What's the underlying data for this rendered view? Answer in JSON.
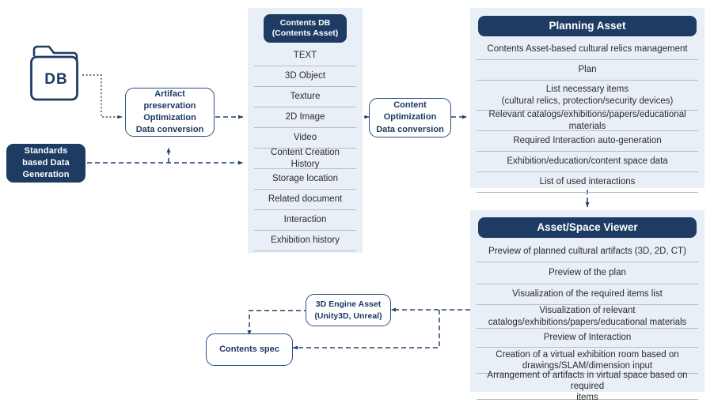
{
  "diagram": {
    "title": "Contents Asset pipeline flow diagram",
    "colors": {
      "dark_navy": "#1d3b63",
      "panel_blue": "#e9eff7",
      "outline_blue": "#2b4f82",
      "rule_gray": "#b9bcc0",
      "row_text": "#2b2b2b"
    }
  },
  "source": {
    "db_icon_label": "DB",
    "db_icon_name": "folder-db-icon",
    "standards_box": "Standards\nbased Data\nGeneration",
    "standards_lines": [
      "Standards",
      "based Data",
      "Generation"
    ]
  },
  "process": {
    "artifact_box_lines": [
      "Artifact",
      "preservation",
      "Optimization",
      "Data conversion"
    ],
    "content_box_lines": [
      "Content",
      "Optimization",
      "Data conversion"
    ],
    "engine_box_lines": [
      "3D Engine  Asset",
      "(Unity3D, Unreal)"
    ],
    "spec_box_lines": [
      "Contents spec"
    ]
  },
  "contents_db": {
    "header_lines": [
      "Contents DB",
      "(Contents Asset)"
    ],
    "rows": [
      "TEXT",
      "3D Object",
      "Texture",
      "2D Image",
      "Video",
      "Content Creation History",
      "Storage location",
      "Related document",
      "Interaction",
      "Exhibition history"
    ]
  },
  "planning_asset": {
    "header": "Planning Asset",
    "rows": [
      {
        "lines": [
          "Contents Asset-based cultural relics management"
        ]
      },
      {
        "lines": [
          "Plan"
        ]
      },
      {
        "lines": [
          "List necessary items",
          "(cultural relics, protection/security devices)"
        ]
      },
      {
        "lines": [
          "Relevant catalogs/exhibitions/papers/educational materials"
        ]
      },
      {
        "lines": [
          "Required Interaction auto-generation"
        ]
      },
      {
        "lines": [
          "Exhibition/education/content space data"
        ]
      },
      {
        "lines": [
          "List of used interactions"
        ]
      }
    ]
  },
  "asset_space_viewer": {
    "header": "Asset/Space Viewer",
    "rows": [
      {
        "lines": [
          "Preview of planned cultural artifacts (3D, 2D, CT)"
        ]
      },
      {
        "lines": [
          "Preview of the plan"
        ]
      },
      {
        "lines": [
          "Visualization of the required items list"
        ]
      },
      {
        "lines": [
          "Visualization of relevant",
          "catalogs/exhibitions/papers/educational materials"
        ]
      },
      {
        "lines": [
          "Preview of Interaction"
        ]
      },
      {
        "lines": [
          "Creation of a virtual exhibition room based on",
          "drawings/SLAM/dimension input"
        ]
      },
      {
        "lines": [
          "Arrangement of artifacts in virtual space based on required",
          "items"
        ]
      }
    ]
  }
}
